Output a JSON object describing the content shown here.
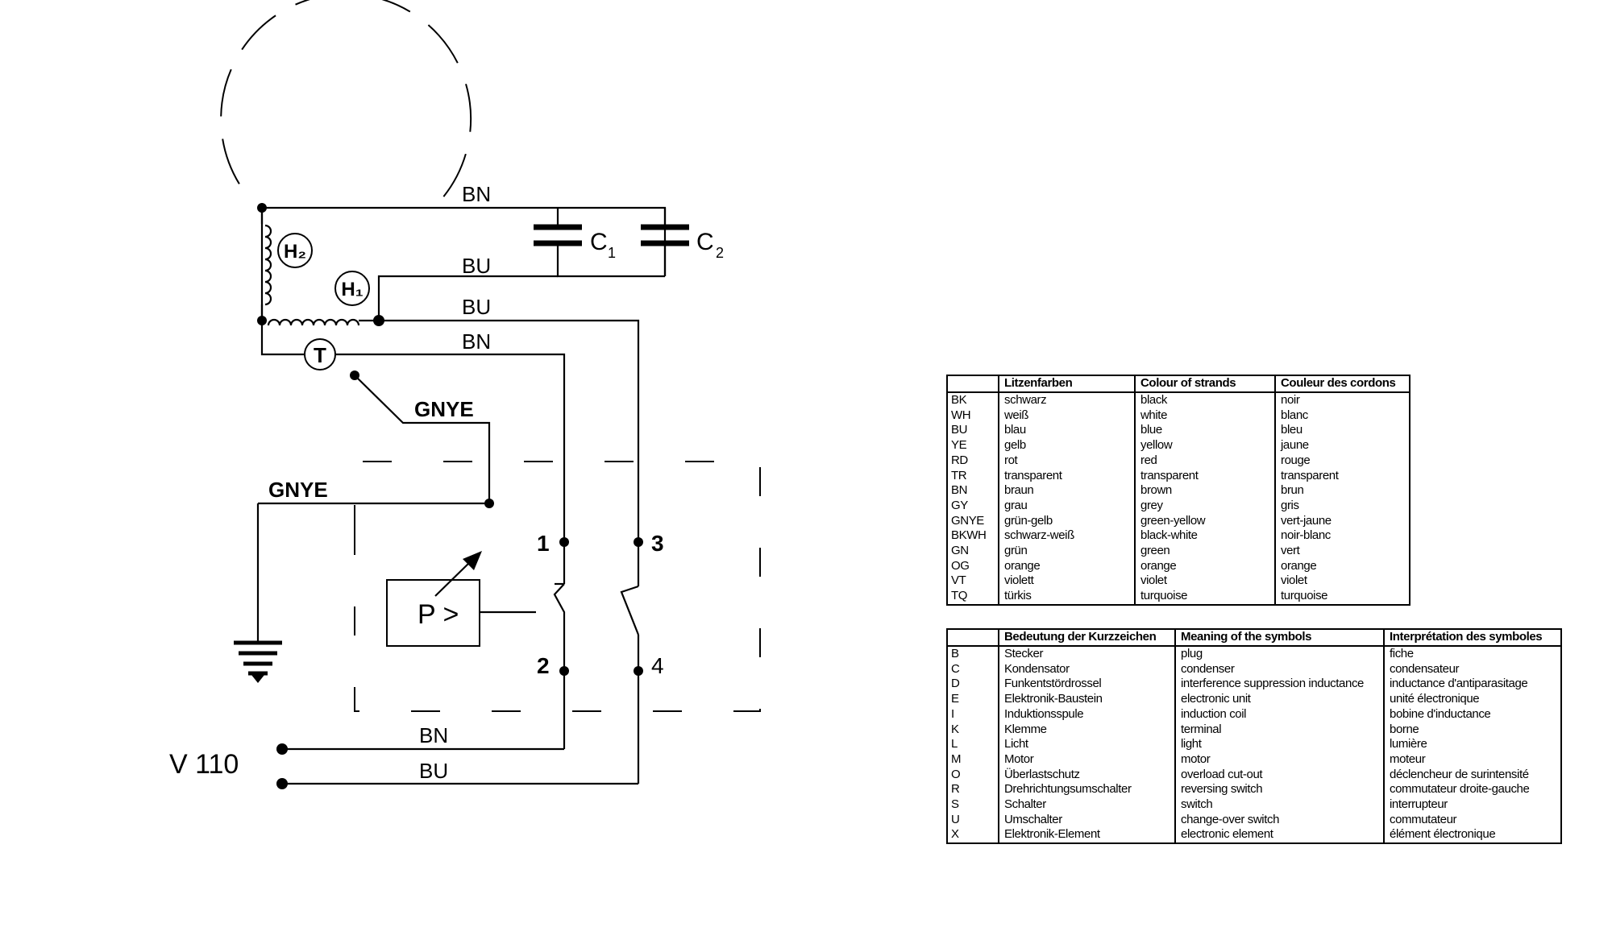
{
  "diagram": {
    "wire_labels": {
      "top_bn": "BN",
      "top_bu": "BU",
      "mid_bu": "BU",
      "mid_bn": "BN",
      "bottom_bn": "BN",
      "bottom_bu": "BU"
    },
    "ground_labels": {
      "upper": "GNYE",
      "lower": "GNYE"
    },
    "capacitors": {
      "c1_letter": "C",
      "c1_sub": "1",
      "c2_letter": "C",
      "c2_sub": "2"
    },
    "components": {
      "h2": "H₂",
      "h1": "H₁",
      "t": "T",
      "pressure_switch": "P >"
    },
    "terminals": {
      "t1": "1",
      "t2": "2",
      "t3": "3",
      "t4": "4"
    },
    "supply_label": "V 110"
  },
  "colour_table": {
    "headers": [
      "",
      "Litzenfarben",
      "Colour of strands",
      "Couleur des cordons"
    ],
    "rows": [
      [
        "BK",
        "schwarz",
        "black",
        "noir"
      ],
      [
        "WH",
        "weiß",
        "white",
        "blanc"
      ],
      [
        "BU",
        "blau",
        "blue",
        "bleu"
      ],
      [
        "YE",
        "gelb",
        "yellow",
        "jaune"
      ],
      [
        "RD",
        "rot",
        "red",
        "rouge"
      ],
      [
        "TR",
        "transparent",
        "transparent",
        "transparent"
      ],
      [
        "BN",
        "braun",
        "brown",
        "brun"
      ],
      [
        "GY",
        "grau",
        "grey",
        "gris"
      ],
      [
        "GNYE",
        "grün-gelb",
        "green-yellow",
        "vert-jaune"
      ],
      [
        "BKWH",
        "schwarz-weiß",
        "black-white",
        "noir-blanc"
      ],
      [
        "GN",
        "grün",
        "green",
        "vert"
      ],
      [
        "OG",
        "orange",
        "orange",
        "orange"
      ],
      [
        "VT",
        "violett",
        "violet",
        "violet"
      ],
      [
        "TQ",
        "türkis",
        "turquoise",
        "turquoise"
      ]
    ]
  },
  "symbol_table": {
    "headers": [
      "",
      "Bedeutung der Kurzzeichen",
      "Meaning of the symbols",
      "Interprétation des symboles"
    ],
    "rows": [
      [
        "B",
        "Stecker",
        "plug",
        "fiche"
      ],
      [
        "C",
        "Kondensator",
        "condenser",
        "condensateur"
      ],
      [
        "D",
        "Funkentstördrossel",
        "interference suppression inductance",
        "inductance d'antiparasitage"
      ],
      [
        "E",
        "Elektronik-Baustein",
        "electronic unit",
        "unité électronique"
      ],
      [
        "I",
        "Induktionsspule",
        "induction coil",
        "bobine d'inductance"
      ],
      [
        "K",
        "Klemme",
        "terminal",
        "borne"
      ],
      [
        "L",
        "Licht",
        "light",
        "lumière"
      ],
      [
        "M",
        "Motor",
        "motor",
        "moteur"
      ],
      [
        "O",
        "Überlastschutz",
        "overload cut-out",
        "déclencheur de surintensité"
      ],
      [
        "R",
        "Drehrichtungsumschalter",
        "reversing switch",
        "commutateur droite-gauche"
      ],
      [
        "S",
        "Schalter",
        "switch",
        "interrupteur"
      ],
      [
        "U",
        "Umschalter",
        "change-over switch",
        "commutateur"
      ],
      [
        "X",
        "Elektronik-Element",
        "electronic element",
        "élément électronique"
      ]
    ]
  }
}
